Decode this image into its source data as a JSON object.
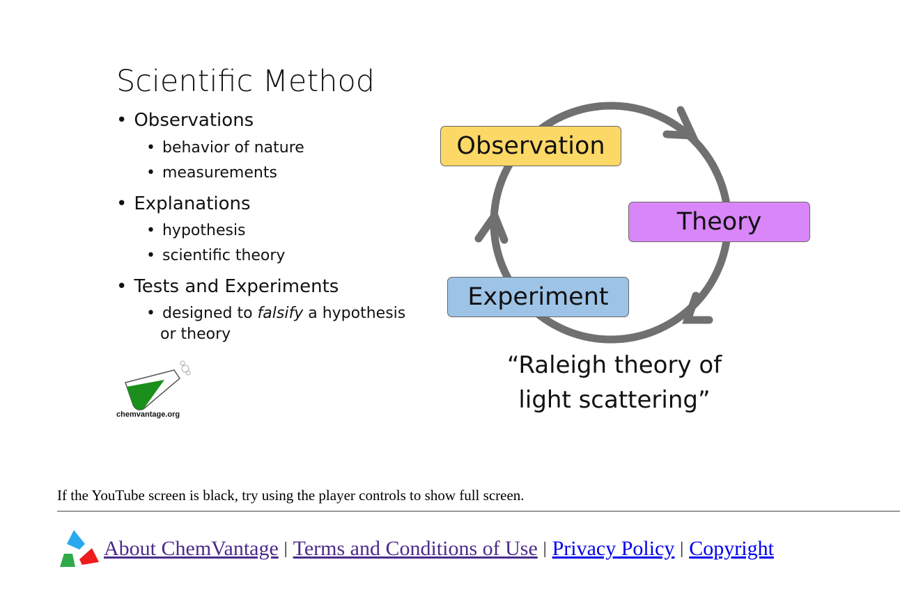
{
  "slide": {
    "title": "Scientific Method",
    "bullets": [
      {
        "label": "Observations",
        "sub": [
          "behavior of nature",
          "measurements"
        ]
      },
      {
        "label": "Explanations",
        "sub": [
          "hypothesis",
          "scientific theory"
        ]
      },
      {
        "label": "Tests and Experiments",
        "sub_pre": "designed to ",
        "sub_em": "falsify",
        "sub_post": " a hypothesis",
        "sub_cont": "or theory"
      }
    ],
    "cycle": {
      "observation": "Observation",
      "theory": "Theory",
      "experiment": "Experiment"
    },
    "quote_line1": "“Raleigh theory of",
    "quote_line2": "light scattering”",
    "logo_text": "chemvantage.org"
  },
  "note": "If the YouTube screen is black, try using the player controls to show full screen.",
  "footer": {
    "links": [
      "About ChemVantage",
      "Terms and Conditions of Use",
      "Privacy Policy",
      "Copyright"
    ],
    "separator": "|"
  },
  "colors": {
    "observation": "#fcd866",
    "theory": "#d986f9",
    "experiment": "#9dc3e6",
    "visited": "#4b2a8a",
    "link": "#0000ee"
  }
}
